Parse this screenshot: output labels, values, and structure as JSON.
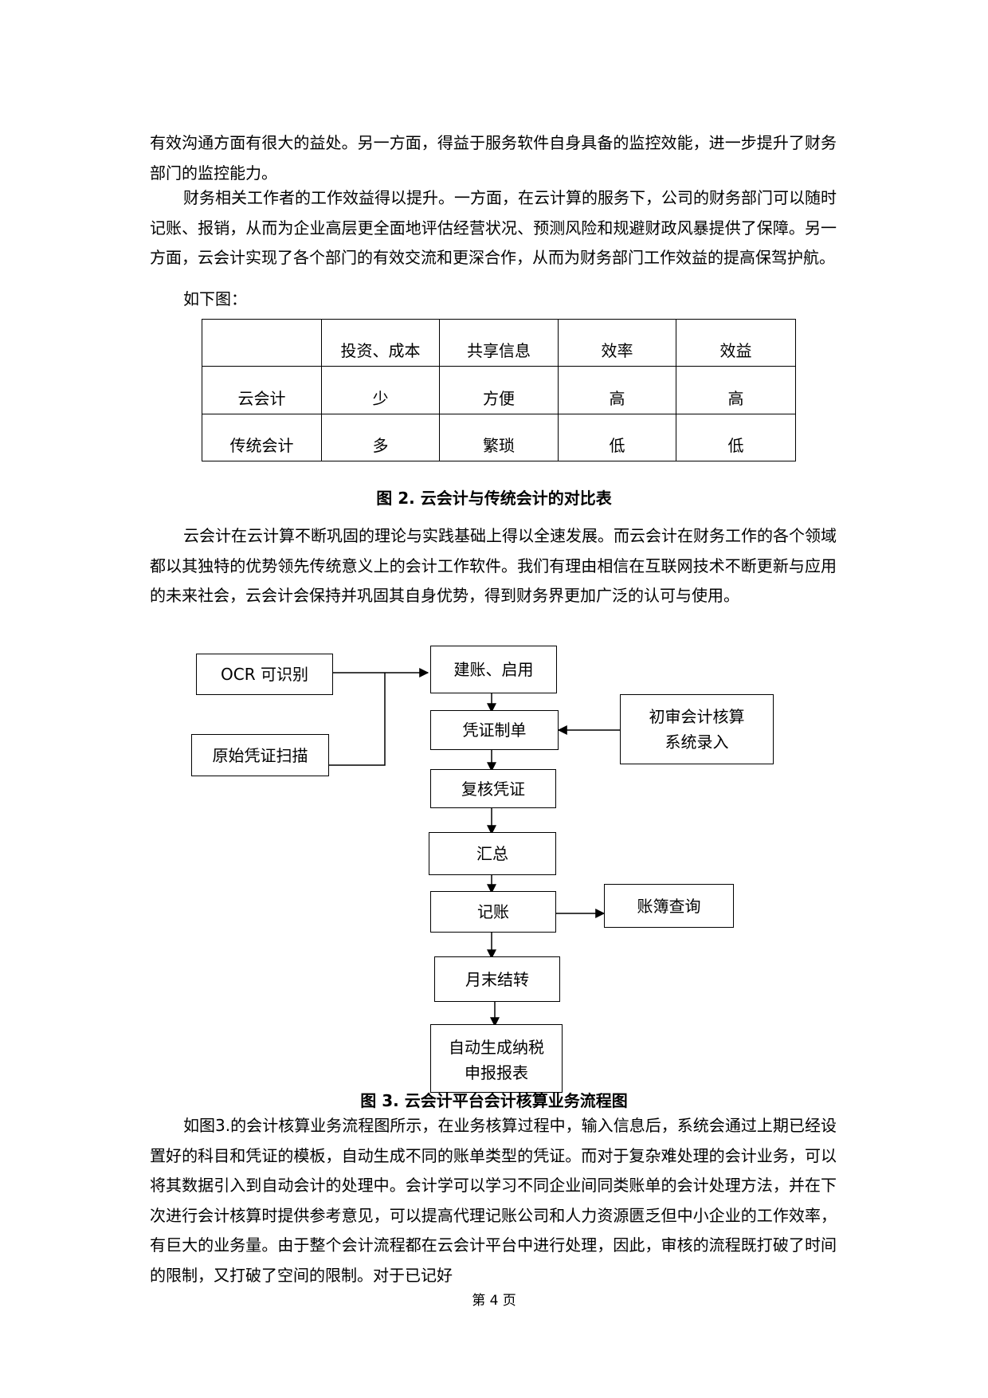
{
  "paragraphs": {
    "p1": "有效沟通方面有很大的益处。另一方面，得益于服务软件自身具备的监控效能，进一步提升了财务部门的监控能力。",
    "p2": "财务相关工作者的工作效益得以提升。一方面，在云计算的服务下，公司的财务部门可以随时记账、报销，从而为企业高层更全面地评估经营状况、预测风险和规避财政风暴提供了保障。另一方面，云会计实现了各个部门的有效交流和更深合作，从而为财务部门工作效益的提高保驾护航。",
    "p3": "如下图：",
    "p4": "云会计在云计算不断巩固的理论与实践基础上得以全速发展。而云会计在财务工作的各个领域都以其独特的优势领先传统意义上的会计工作软件。我们有理由相信在互联网技术不断更新与应用的未来社会，云会计会保持并巩固其自身优势，得到财务界更加广泛的认可与使用。",
    "p5": "如图3.的会计核算业务流程图所示，在业务核算过程中，输入信息后，系统会通过上期已经设置好的科目和凭证的模板，自动生成不同的账单类型的凭证。而对于复杂难处理的会计业务，可以将其数据引入到自动会计的处理中。会计学可以学习不同企业间同类账单的会计处理方法，并在下次进行会计核算时提供参考意见，可以提高代理记账公司和人力资源匮乏但中小企业的工作效率，有巨大的业务量。由于整个会计流程都在云会计平台中进行处理，因此，审核的流程既打破了时间的限制，又打破了空间的限制。对于已记好"
  },
  "table": {
    "header": [
      "",
      "投资、成本",
      "共享信息",
      "效率",
      "效益"
    ],
    "rows": [
      [
        "云会计",
        "少",
        "方便",
        "高",
        "高"
      ],
      [
        "传统会计",
        "多",
        "繁琐",
        "低",
        "低"
      ]
    ]
  },
  "captions": {
    "fig2": "图 2. 云会计与传统会计的对比表",
    "fig3": "图 3.  云会计平台会计核算业务流程图"
  },
  "flowchart": {
    "ocr": "OCR 可识别",
    "scan": "原始凭证扫描",
    "setup": "建账、启用",
    "voucher": "凭证制单",
    "review_input_line1": "初审会计核算",
    "review_input_line2": "系统录入",
    "recheck": "复核凭证",
    "summary": "汇总",
    "posting": "记账",
    "ledger_query": "账簿查询",
    "month_end": "月末结转",
    "tax_line1": "自动生成纳税",
    "tax_line2": "申报报表"
  },
  "footer": "第 4 页"
}
